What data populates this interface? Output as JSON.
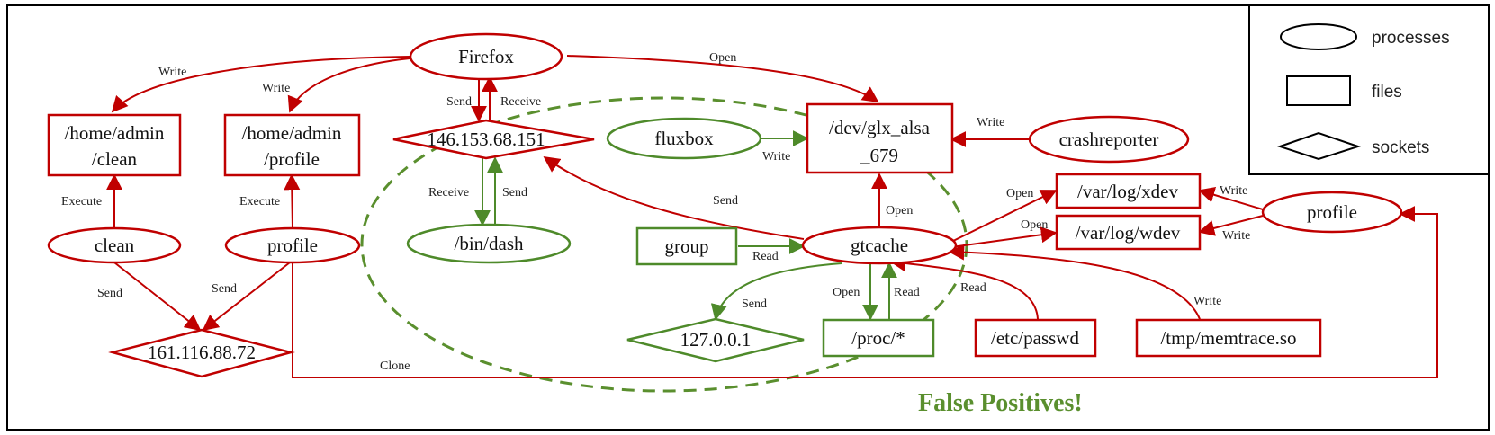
{
  "colors": {
    "malicious": "#c00000",
    "benign": "#4e8a2a",
    "legend": "#000000",
    "annotation": "#5a8f2e"
  },
  "nodes": {
    "firefox": "Firefox",
    "ip_146": "146.153.68.151",
    "fluxbox": "fluxbox",
    "dev_glx_line1": "/dev/glx_alsa",
    "dev_glx_line2": "_679",
    "crashreporter": "crashreporter",
    "home_clean_line1": "/home/admin",
    "home_clean_line2": "/clean",
    "home_profile_line1": "/home/admin",
    "home_profile_line2": "/profile",
    "clean": "clean",
    "profile_left": "profile",
    "ip_161": "161.116.88.72",
    "bin_dash": "/bin/dash",
    "group": "group",
    "gtcache": "gtcache",
    "localhost": "127.0.0.1",
    "proc": "/proc/*",
    "etc_passwd": "/etc/passwd",
    "tmp_memtrace": "/tmp/memtrace.so",
    "var_xdev": "/var/log/xdev",
    "var_wdev": "/var/log/wdev",
    "profile_right": "profile"
  },
  "edges": {
    "write_ff_clean": "Write",
    "write_ff_profile": "Write",
    "open_ff_glx": "Open",
    "send_ff_ip": "Send",
    "receive_ip_ff": "Receive",
    "receive_ip_dash": "Receive",
    "send_dash_ip": "Send",
    "write_fluxbox_glx": "Write",
    "write_crash_glx": "Write",
    "execute_clean": "Execute",
    "execute_profile": "Execute",
    "send_clean_ip": "Send",
    "send_profile_ip": "Send",
    "clone": "Clone",
    "send_gtcache_ip": "Send",
    "open_gtcache_glx": "Open",
    "read_group": "Read",
    "send_gtcache_local": "Send",
    "open_gtcache_proc": "Open",
    "read_proc": "Read",
    "read_passwd": "Read",
    "write_memtrace": "Write",
    "open_xdev": "Open",
    "open_wdev": "Open",
    "write_xdev": "Write",
    "write_wdev": "Write"
  },
  "annotation": "False Positives!",
  "legend": {
    "processes": "processes",
    "files": "files",
    "sockets": "sockets"
  }
}
